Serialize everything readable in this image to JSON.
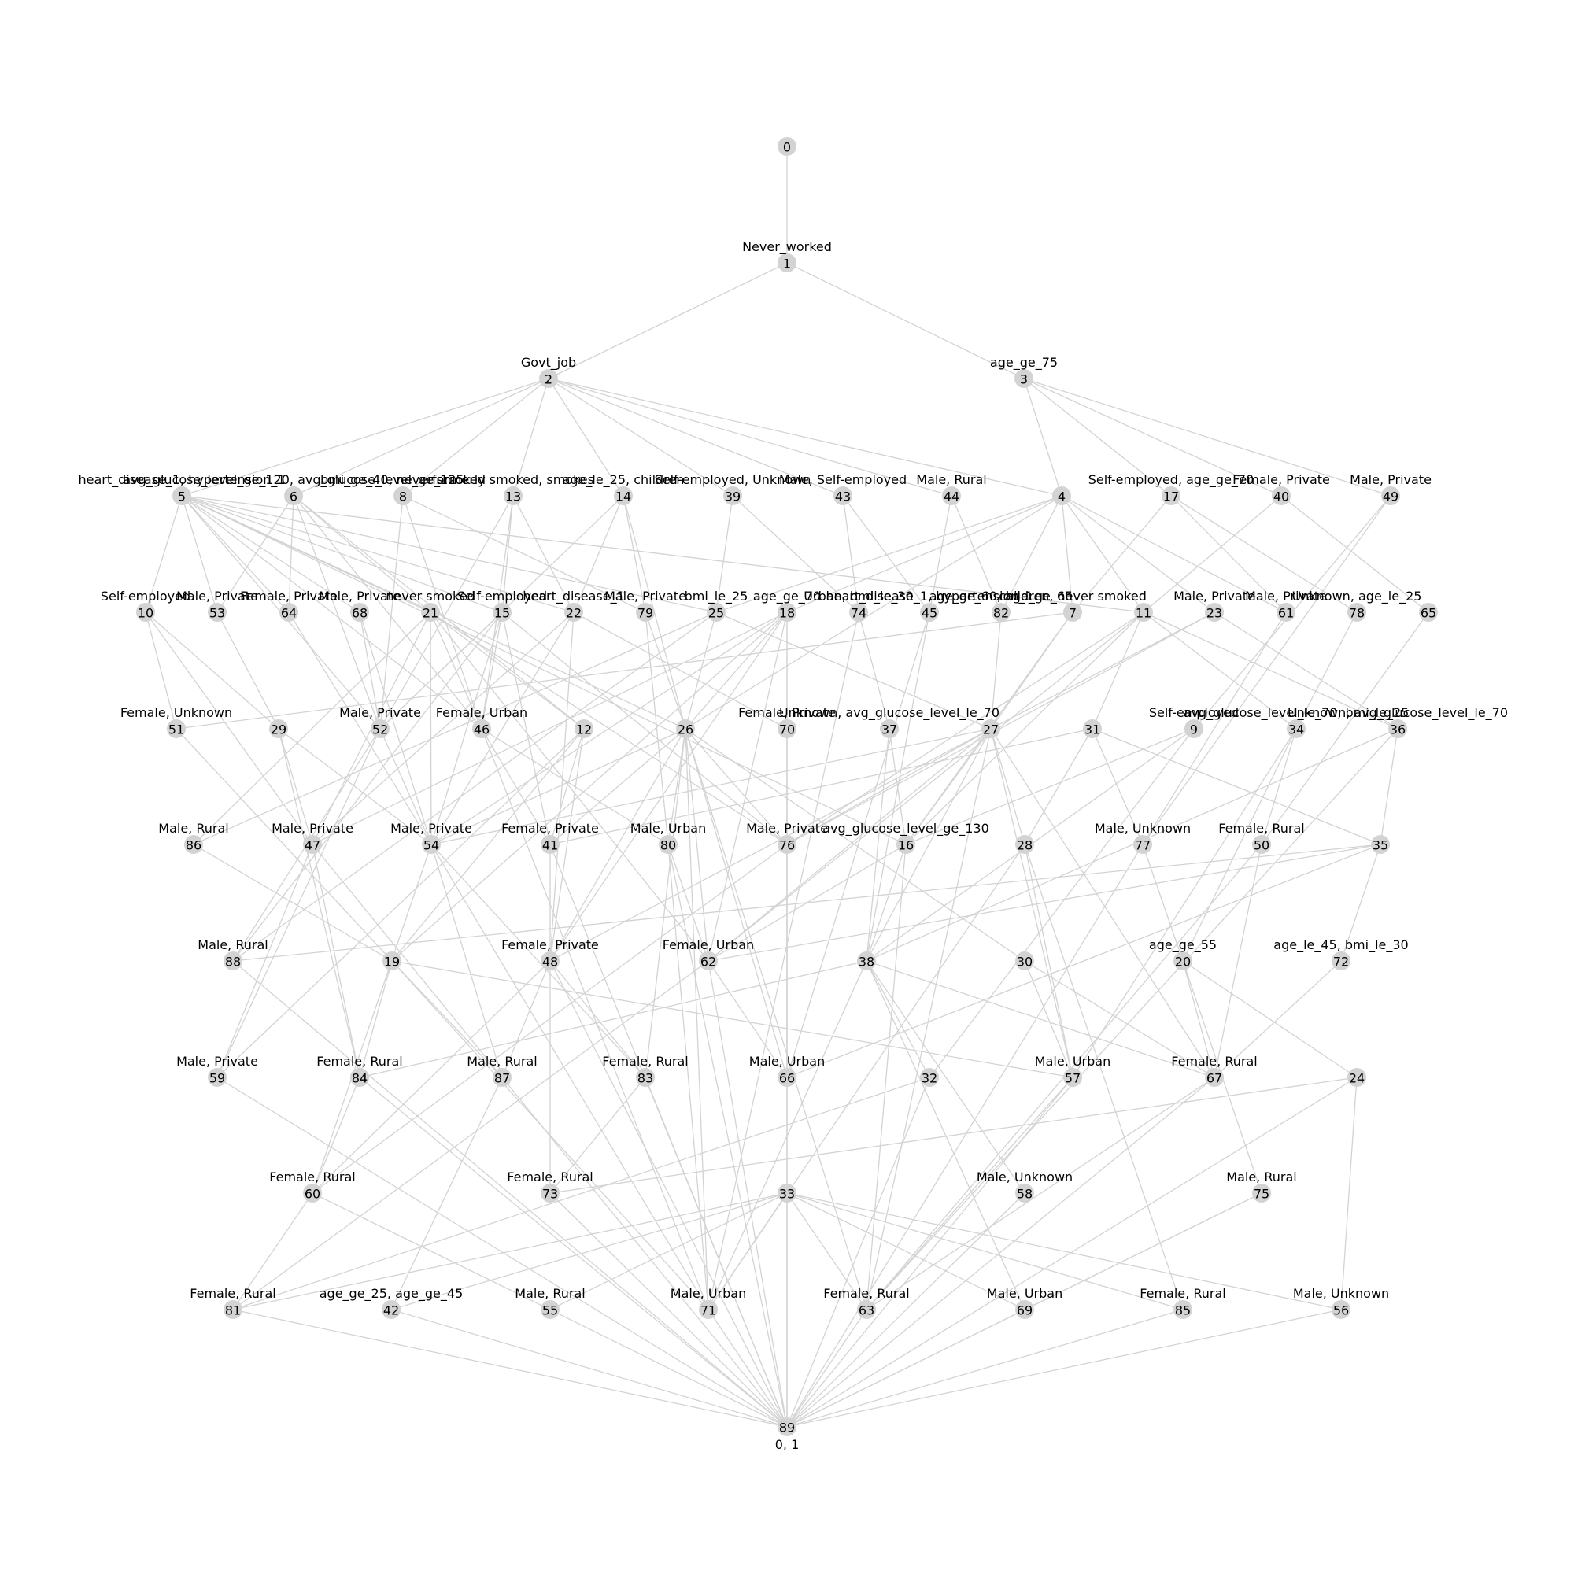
{
  "graph": {
    "nodes": [
      {
        "id": "0",
        "label": ""
      },
      {
        "id": "1",
        "label": "Never_worked"
      },
      {
        "id": "2",
        "label": "Govt_job"
      },
      {
        "id": "3",
        "label": "age_ge_75"
      },
      {
        "id": "5",
        "label": "heart_disease_1, hypertension_1"
      },
      {
        "id": "6",
        "label": "avg_glucose_level_ge_120, avg_glucose_level_ge_125"
      },
      {
        "id": "8",
        "label": "bmi_ge_40, never smoked"
      },
      {
        "id": "13",
        "label": "formerly smoked, smokes"
      },
      {
        "id": "14",
        "label": "age_le_25, children"
      },
      {
        "id": "39",
        "label": "Self-employed, Unknown"
      },
      {
        "id": "43",
        "label": "Male, Self-employed"
      },
      {
        "id": "44",
        "label": "Male, Rural"
      },
      {
        "id": "4",
        "label": ""
      },
      {
        "id": "17",
        "label": "Self-employed, age_ge_70"
      },
      {
        "id": "40",
        "label": "Female, Private"
      },
      {
        "id": "49",
        "label": "Male, Private"
      },
      {
        "id": "10",
        "label": "Self-employed"
      },
      {
        "id": "53",
        "label": "Male, Private"
      },
      {
        "id": "64",
        "label": "Female, Private"
      },
      {
        "id": "68",
        "label": "Male, Private"
      },
      {
        "id": "21",
        "label": "never smoked"
      },
      {
        "id": "15",
        "label": "Self-employed"
      },
      {
        "id": "22",
        "label": "heart_disease_1"
      },
      {
        "id": "79",
        "label": "Male, Private"
      },
      {
        "id": "25",
        "label": "bmi_le_25"
      },
      {
        "id": "18",
        "label": "age_ge_70"
      },
      {
        "id": "74",
        "label": "Urban, bmi_le_30"
      },
      {
        "id": "45",
        "label": "heart_disease_1, hypertension_1"
      },
      {
        "id": "82",
        "label": "age_ge_60, age_ge_65"
      },
      {
        "id": "7",
        "label": "children, never smoked"
      },
      {
        "id": "11",
        "label": ""
      },
      {
        "id": "23",
        "label": "Male, Private"
      },
      {
        "id": "61",
        "label": "Male, Private"
      },
      {
        "id": "78",
        "label": "Unknown, age_le_25"
      },
      {
        "id": "65",
        "label": ""
      },
      {
        "id": "51",
        "label": "Female, Unknown"
      },
      {
        "id": "29",
        "label": ""
      },
      {
        "id": "52",
        "label": "Male, Private"
      },
      {
        "id": "46",
        "label": "Female, Urban"
      },
      {
        "id": "12",
        "label": ""
      },
      {
        "id": "26",
        "label": ""
      },
      {
        "id": "70",
        "label": "Female, Private"
      },
      {
        "id": "37",
        "label": "Unknown, avg_glucose_level_le_70"
      },
      {
        "id": "27",
        "label": ""
      },
      {
        "id": "31",
        "label": ""
      },
      {
        "id": "9",
        "label": "Self-employed"
      },
      {
        "id": "34",
        "label": "avg_glucose_level_le_70, bmi_le_25"
      },
      {
        "id": "36",
        "label": "Unknown, avg_glucose_level_le_70"
      },
      {
        "id": "86",
        "label": "Male, Rural"
      },
      {
        "id": "47",
        "label": "Male, Private"
      },
      {
        "id": "54",
        "label": "Male, Private"
      },
      {
        "id": "41",
        "label": "Female, Private"
      },
      {
        "id": "80",
        "label": "Male, Urban"
      },
      {
        "id": "76",
        "label": "Male, Private"
      },
      {
        "id": "16",
        "label": "avg_glucose_level_ge_130"
      },
      {
        "id": "28",
        "label": ""
      },
      {
        "id": "77",
        "label": "Male, Unknown"
      },
      {
        "id": "50",
        "label": "Female, Rural"
      },
      {
        "id": "35",
        "label": ""
      },
      {
        "id": "88",
        "label": "Male, Rural"
      },
      {
        "id": "19",
        "label": ""
      },
      {
        "id": "48",
        "label": "Female, Private"
      },
      {
        "id": "62",
        "label": "Female, Urban"
      },
      {
        "id": "38",
        "label": ""
      },
      {
        "id": "30",
        "label": ""
      },
      {
        "id": "20",
        "label": "age_ge_55"
      },
      {
        "id": "72",
        "label": "age_le_45, bmi_le_30"
      },
      {
        "id": "59",
        "label": "Male, Private"
      },
      {
        "id": "84",
        "label": "Female, Rural"
      },
      {
        "id": "87",
        "label": "Male, Rural"
      },
      {
        "id": "83",
        "label": "Female, Rural"
      },
      {
        "id": "66",
        "label": "Male, Urban"
      },
      {
        "id": "32",
        "label": ""
      },
      {
        "id": "57",
        "label": "Male, Urban"
      },
      {
        "id": "67",
        "label": "Female, Rural"
      },
      {
        "id": "24",
        "label": ""
      },
      {
        "id": "60",
        "label": "Female, Rural"
      },
      {
        "id": "73",
        "label": "Female, Rural"
      },
      {
        "id": "33",
        "label": ""
      },
      {
        "id": "58",
        "label": "Male, Unknown"
      },
      {
        "id": "75",
        "label": "Male, Rural"
      },
      {
        "id": "81",
        "label": "Female, Rural"
      },
      {
        "id": "42",
        "label": "age_ge_25, age_ge_45"
      },
      {
        "id": "55",
        "label": "Male, Rural"
      },
      {
        "id": "71",
        "label": "Male, Urban"
      },
      {
        "id": "63",
        "label": "Female, Rural"
      },
      {
        "id": "69",
        "label": "Male, Urban"
      },
      {
        "id": "85",
        "label": "Female, Rural"
      },
      {
        "id": "56",
        "label": "Male, Unknown"
      },
      {
        "id": "89",
        "label": "0, 1"
      }
    ],
    "edges": [
      [
        "0",
        "1"
      ],
      [
        "1",
        "2"
      ],
      [
        "1",
        "3"
      ],
      [
        "2",
        "5"
      ],
      [
        "2",
        "6"
      ],
      [
        "2",
        "8"
      ],
      [
        "2",
        "13"
      ],
      [
        "2",
        "14"
      ],
      [
        "2",
        "39"
      ],
      [
        "2",
        "43"
      ],
      [
        "2",
        "44"
      ],
      [
        "2",
        "4"
      ],
      [
        "3",
        "4"
      ],
      [
        "3",
        "17"
      ],
      [
        "3",
        "40"
      ],
      [
        "3",
        "49"
      ],
      [
        "5",
        "10"
      ],
      [
        "5",
        "53"
      ],
      [
        "5",
        "64"
      ],
      [
        "5",
        "68"
      ],
      [
        "5",
        "21"
      ],
      [
        "5",
        "15"
      ],
      [
        "5",
        "22"
      ],
      [
        "5",
        "25"
      ],
      [
        "5",
        "52"
      ],
      [
        "5",
        "46"
      ],
      [
        "5",
        "26"
      ],
      [
        "5",
        "16"
      ],
      [
        "5",
        "11"
      ],
      [
        "6",
        "53"
      ],
      [
        "6",
        "64"
      ],
      [
        "6",
        "21"
      ],
      [
        "6",
        "12"
      ],
      [
        "6",
        "52"
      ],
      [
        "6",
        "46"
      ],
      [
        "8",
        "52"
      ],
      [
        "8",
        "79"
      ],
      [
        "8",
        "46"
      ],
      [
        "13",
        "15"
      ],
      [
        "13",
        "22"
      ],
      [
        "13",
        "46"
      ],
      [
        "13",
        "52"
      ],
      [
        "14",
        "52"
      ],
      [
        "14",
        "22"
      ],
      [
        "14",
        "79"
      ],
      [
        "14",
        "26"
      ],
      [
        "39",
        "25"
      ],
      [
        "39",
        "74"
      ],
      [
        "43",
        "45"
      ],
      [
        "43",
        "74"
      ],
      [
        "44",
        "45"
      ],
      [
        "44",
        "82"
      ],
      [
        "4",
        "7"
      ],
      [
        "4",
        "11"
      ],
      [
        "4",
        "82"
      ],
      [
        "4",
        "23"
      ],
      [
        "4",
        "25"
      ],
      [
        "4",
        "18"
      ],
      [
        "4",
        "61"
      ],
      [
        "4",
        "26"
      ],
      [
        "17",
        "61"
      ],
      [
        "17",
        "78"
      ],
      [
        "17",
        "7"
      ],
      [
        "40",
        "65"
      ],
      [
        "40",
        "11"
      ],
      [
        "49",
        "9"
      ],
      [
        "49",
        "77"
      ],
      [
        "10",
        "51"
      ],
      [
        "10",
        "29"
      ],
      [
        "10",
        "47"
      ],
      [
        "53",
        "29"
      ],
      [
        "64",
        "54"
      ],
      [
        "68",
        "52"
      ],
      [
        "68",
        "54"
      ],
      [
        "21",
        "46"
      ],
      [
        "21",
        "12"
      ],
      [
        "21",
        "54"
      ],
      [
        "21",
        "76"
      ],
      [
        "21",
        "62"
      ],
      [
        "21",
        "47"
      ],
      [
        "21",
        "86"
      ],
      [
        "15",
        "52"
      ],
      [
        "15",
        "46"
      ],
      [
        "15",
        "54"
      ],
      [
        "15",
        "41"
      ],
      [
        "15",
        "76"
      ],
      [
        "15",
        "88"
      ],
      [
        "22",
        "54"
      ],
      [
        "22",
        "48"
      ],
      [
        "22",
        "47"
      ],
      [
        "22",
        "70"
      ],
      [
        "79",
        "80"
      ],
      [
        "79",
        "26"
      ],
      [
        "25",
        "26"
      ],
      [
        "25",
        "27"
      ],
      [
        "25",
        "86"
      ],
      [
        "25",
        "88"
      ],
      [
        "18",
        "26"
      ],
      [
        "18",
        "70"
      ],
      [
        "18",
        "48"
      ],
      [
        "18",
        "62"
      ],
      [
        "18",
        "47"
      ],
      [
        "18",
        "54"
      ],
      [
        "18",
        "66"
      ],
      [
        "18",
        "19"
      ],
      [
        "74",
        "71"
      ],
      [
        "74",
        "37"
      ],
      [
        "45",
        "66"
      ],
      [
        "45",
        "38"
      ],
      [
        "82",
        "27"
      ],
      [
        "7",
        "27"
      ],
      [
        "7",
        "16"
      ],
      [
        "7",
        "51"
      ],
      [
        "11",
        "31"
      ],
      [
        "11",
        "16"
      ],
      [
        "11",
        "62"
      ],
      [
        "11",
        "36"
      ],
      [
        "11",
        "34"
      ],
      [
        "11",
        "76"
      ],
      [
        "23",
        "27"
      ],
      [
        "23",
        "36"
      ],
      [
        "23",
        "76"
      ],
      [
        "61",
        "77"
      ],
      [
        "78",
        "34"
      ],
      [
        "65",
        "50"
      ],
      [
        "51",
        "19"
      ],
      [
        "29",
        "47"
      ],
      [
        "29",
        "54"
      ],
      [
        "29",
        "84"
      ],
      [
        "52",
        "54"
      ],
      [
        "52",
        "88"
      ],
      [
        "52",
        "59"
      ],
      [
        "46",
        "41"
      ],
      [
        "46",
        "80"
      ],
      [
        "46",
        "71"
      ],
      [
        "12",
        "41"
      ],
      [
        "12",
        "48"
      ],
      [
        "12",
        "19"
      ],
      [
        "12",
        "59"
      ],
      [
        "26",
        "80"
      ],
      [
        "26",
        "76"
      ],
      [
        "26",
        "62"
      ],
      [
        "26",
        "48"
      ],
      [
        "26",
        "66"
      ],
      [
        "26",
        "83"
      ],
      [
        "26",
        "71"
      ],
      [
        "26",
        "63"
      ],
      [
        "26",
        "30"
      ],
      [
        "26",
        "54"
      ],
      [
        "26",
        "41"
      ],
      [
        "70",
        "76"
      ],
      [
        "70",
        "66"
      ],
      [
        "37",
        "38"
      ],
      [
        "37",
        "16"
      ],
      [
        "27",
        "16"
      ],
      [
        "27",
        "28"
      ],
      [
        "27",
        "54"
      ],
      [
        "27",
        "62"
      ],
      [
        "27",
        "48"
      ],
      [
        "27",
        "76"
      ],
      [
        "27",
        "57"
      ],
      [
        "27",
        "67"
      ],
      [
        "27",
        "63"
      ],
      [
        "27",
        "38"
      ],
      [
        "31",
        "77"
      ],
      [
        "31",
        "35"
      ],
      [
        "31",
        "28"
      ],
      [
        "31",
        "41"
      ],
      [
        "9",
        "16"
      ],
      [
        "9",
        "32"
      ],
      [
        "9",
        "38"
      ],
      [
        "34",
        "50"
      ],
      [
        "34",
        "57"
      ],
      [
        "34",
        "20"
      ],
      [
        "36",
        "35"
      ],
      [
        "36",
        "63"
      ],
      [
        "36",
        "38"
      ],
      [
        "86",
        "19"
      ],
      [
        "47",
        "84"
      ],
      [
        "47",
        "87"
      ],
      [
        "47",
        "59"
      ],
      [
        "54",
        "83"
      ],
      [
        "54",
        "87"
      ],
      [
        "54",
        "71"
      ],
      [
        "54",
        "60"
      ],
      [
        "41",
        "73"
      ],
      [
        "41",
        "89"
      ],
      [
        "80",
        "62"
      ],
      [
        "80",
        "71"
      ],
      [
        "80",
        "89"
      ],
      [
        "76",
        "66"
      ],
      [
        "76",
        "60"
      ],
      [
        "76",
        "89"
      ],
      [
        "16",
        "38"
      ],
      [
        "16",
        "62"
      ],
      [
        "16",
        "63"
      ],
      [
        "28",
        "57"
      ],
      [
        "28",
        "85"
      ],
      [
        "28",
        "71"
      ],
      [
        "77",
        "20"
      ],
      [
        "77",
        "89"
      ],
      [
        "50",
        "67"
      ],
      [
        "50",
        "63"
      ],
      [
        "35",
        "72"
      ],
      [
        "35",
        "62"
      ],
      [
        "35",
        "88"
      ],
      [
        "35",
        "66"
      ],
      [
        "88",
        "89"
      ],
      [
        "19",
        "84"
      ],
      [
        "19",
        "87"
      ],
      [
        "19",
        "57"
      ],
      [
        "19",
        "71"
      ],
      [
        "48",
        "87"
      ],
      [
        "48",
        "83"
      ],
      [
        "48",
        "89"
      ],
      [
        "48",
        "60"
      ],
      [
        "62",
        "66"
      ],
      [
        "62",
        "89"
      ],
      [
        "62",
        "81"
      ],
      [
        "38",
        "84"
      ],
      [
        "38",
        "32"
      ],
      [
        "38",
        "67"
      ],
      [
        "38",
        "71"
      ],
      [
        "38",
        "58"
      ],
      [
        "38",
        "69"
      ],
      [
        "30",
        "57"
      ],
      [
        "30",
        "67"
      ],
      [
        "20",
        "67"
      ],
      [
        "20",
        "24"
      ],
      [
        "20",
        "75"
      ],
      [
        "72",
        "67"
      ],
      [
        "59",
        "89"
      ],
      [
        "84",
        "60"
      ],
      [
        "84",
        "89"
      ],
      [
        "87",
        "89"
      ],
      [
        "87",
        "42"
      ],
      [
        "83",
        "73"
      ],
      [
        "83",
        "89"
      ],
      [
        "66",
        "33"
      ],
      [
        "66",
        "89"
      ],
      [
        "32",
        "89"
      ],
      [
        "32",
        "81"
      ],
      [
        "57",
        "63"
      ],
      [
        "57",
        "89"
      ],
      [
        "67",
        "89"
      ],
      [
        "67",
        "63"
      ],
      [
        "24",
        "89"
      ],
      [
        "24",
        "56"
      ],
      [
        "24",
        "73"
      ],
      [
        "60",
        "81"
      ],
      [
        "60",
        "55"
      ],
      [
        "73",
        "89"
      ],
      [
        "33",
        "81"
      ],
      [
        "33",
        "42"
      ],
      [
        "33",
        "55"
      ],
      [
        "33",
        "71"
      ],
      [
        "33",
        "63"
      ],
      [
        "33",
        "69"
      ],
      [
        "33",
        "85"
      ],
      [
        "33",
        "56"
      ],
      [
        "33",
        "89"
      ],
      [
        "58",
        "89"
      ],
      [
        "75",
        "89"
      ],
      [
        "75",
        "69"
      ],
      [
        "81",
        "89"
      ],
      [
        "42",
        "89"
      ],
      [
        "55",
        "89"
      ],
      [
        "71",
        "89"
      ],
      [
        "63",
        "89"
      ],
      [
        "69",
        "89"
      ],
      [
        "85",
        "89"
      ],
      [
        "56",
        "89"
      ]
    ]
  }
}
